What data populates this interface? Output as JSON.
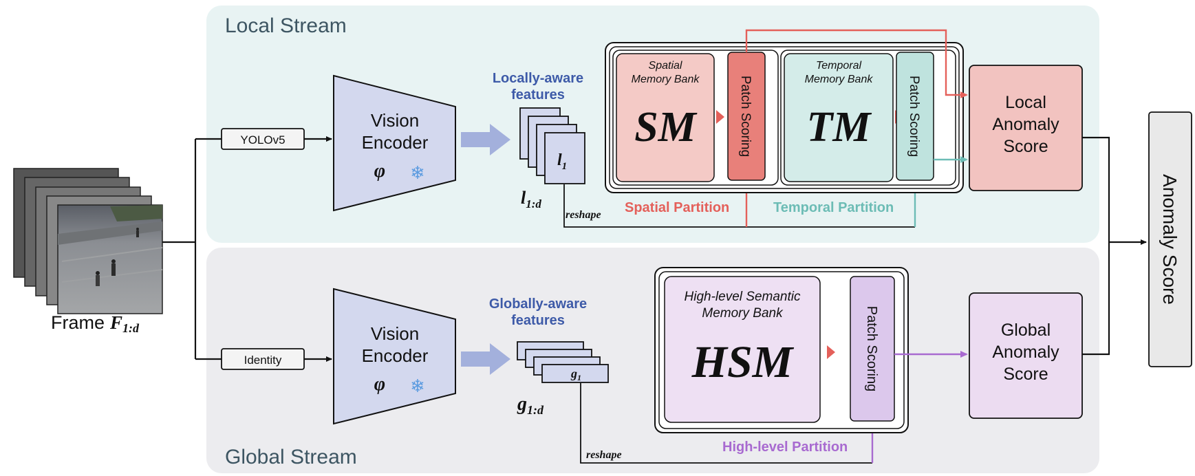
{
  "colors": {
    "local_bg": "#e8f3f3",
    "global_bg": "#ececef",
    "encoder_fill": "#d3d8ee",
    "feature_fill": "#d3d8ee",
    "spatial_fill": "#f4cac6",
    "spatial_scoring_fill": "#e8807a",
    "temporal_fill": "#d4ece9",
    "temporal_scoring_fill": "#bfe3de",
    "hsm_fill": "#eee0f3",
    "hsm_scoring_fill": "#dcc8ec",
    "local_score_fill": "#f2c3c0",
    "global_score_fill": "#ecdcf1",
    "final_fill": "#e9e9e9",
    "spatial_color": "#e4605a",
    "temporal_color": "#6cbcb5",
    "highlevel_color": "#a86ad0",
    "feature_label_color": "#3d5aa8",
    "stream_title_color": "#3d5562",
    "block_arrow_color": "#a3b0dc"
  },
  "local_stream": {
    "title": "Local Stream",
    "detector_label": "YOLOv5",
    "encoder": {
      "line1": "Vision",
      "line2": "Encoder",
      "symbol": "φ",
      "frozen_icon": "snowflake-icon"
    },
    "features_label_line1": "Locally-aware",
    "features_label_line2": "features",
    "feature_top": "l",
    "feature_top_sub": "1",
    "feature_set": "l",
    "feature_set_sub": "1:d",
    "reshape": "reshape",
    "spatial_bank": {
      "line1": "Spatial",
      "line2": "Memory Bank",
      "abbr": "SM"
    },
    "spatial_scoring": "Patch Scoring",
    "temporal_bank": {
      "line1": "Temporal",
      "line2": "Memory Bank",
      "abbr": "TM"
    },
    "temporal_scoring": "Patch Scoring",
    "spatial_partition": "Spatial Partition",
    "temporal_partition": "Temporal Partition",
    "score_line1": "Local",
    "score_line2": "Anomaly",
    "score_line3": "Score"
  },
  "global_stream": {
    "title": "Global Stream",
    "identity_label": "Identity",
    "encoder": {
      "line1": "Vision",
      "line2": "Encoder",
      "symbol": "φ",
      "frozen_icon": "snowflake-icon"
    },
    "features_label_line1": "Globally-aware",
    "features_label_line2": "features",
    "feature_top": "g",
    "feature_top_sub": "1",
    "feature_set": "g",
    "feature_set_sub": "1:d",
    "reshape": "reshape",
    "hsm_bank": {
      "line1": "High-level Semantic",
      "line2": "Memory Bank",
      "abbr": "HSM"
    },
    "hsm_scoring": "Patch Scoring",
    "highlevel_partition": "High-level Partition",
    "score_line1": "Global",
    "score_line2": "Anomaly",
    "score_line3": "Score"
  },
  "input": {
    "frame_label": "Frame",
    "frame_symbol": "F",
    "frame_sub": "1:d"
  },
  "output": {
    "label": "Anomaly Score"
  }
}
